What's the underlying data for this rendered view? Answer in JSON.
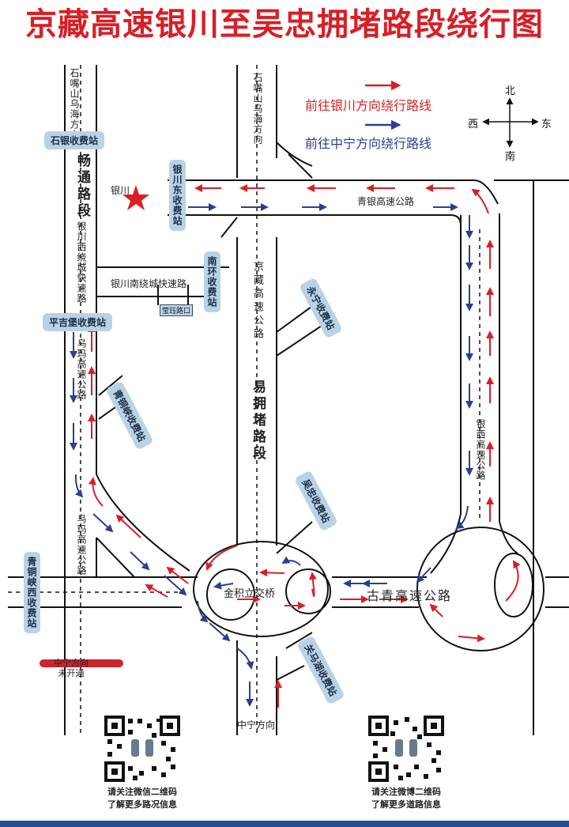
{
  "title": "京藏高速银川至吴忠拥堵路段绕行图",
  "colors": {
    "title": "#d81f26",
    "red_route": "#d81f26",
    "blue_route": "#2b3f8f",
    "road": "#111111",
    "badge": "#b9d2e6",
    "footer": "#1f4f8c"
  },
  "legend": {
    "red_label": "前往银川方向绕行路线",
    "blue_label": "前往中宁方向绕行路线"
  },
  "compass": {
    "north": "北",
    "south": "南",
    "west": "西",
    "east": "东"
  },
  "labels": {
    "left_top_dir": "石嘴山乌海方向",
    "mid_top_dir": "石嘴山乌海方向",
    "yinchuan": "银川",
    "changtong": "畅通路段",
    "yinchuan_west_ring": "银川西绕城快速路",
    "south_ring_road": "银川南绕城快速路",
    "yingbin_exit": "莹珏路口",
    "jingzang": "京藏高速公路",
    "congested": "易拥堵路段",
    "qingyin": "青银高速公路",
    "yinxi": "银西高速公路",
    "wuma_upper": "乌玛高速公路",
    "wuma_lower": "乌玛高速公路",
    "guqing": "古青高速公路",
    "jinji": "金积立交桥",
    "zhongning_dir": "中宁方向",
    "closed_line1": "中宁方向",
    "closed_line2": "未开通"
  },
  "stations": {
    "shiyin": "石银收费站",
    "yinchuan_east": "银川东收费站",
    "south_ring": "南环收费站",
    "pingjipu": "平吉堡收费站",
    "yongning": "永宁收费站",
    "qingtongxia": "青铜峡收费站",
    "qingtongxia_west": "青铜峡西收费站",
    "wuzhong": "吴忠收费站",
    "guanmahu": "关马湖收费站"
  },
  "qr": [
    {
      "line1": "请关注微信二维码",
      "line2": "了解更多路况信息"
    },
    {
      "line1": "请关注微博二维码",
      "line2": "了解更多道路信息"
    }
  ]
}
